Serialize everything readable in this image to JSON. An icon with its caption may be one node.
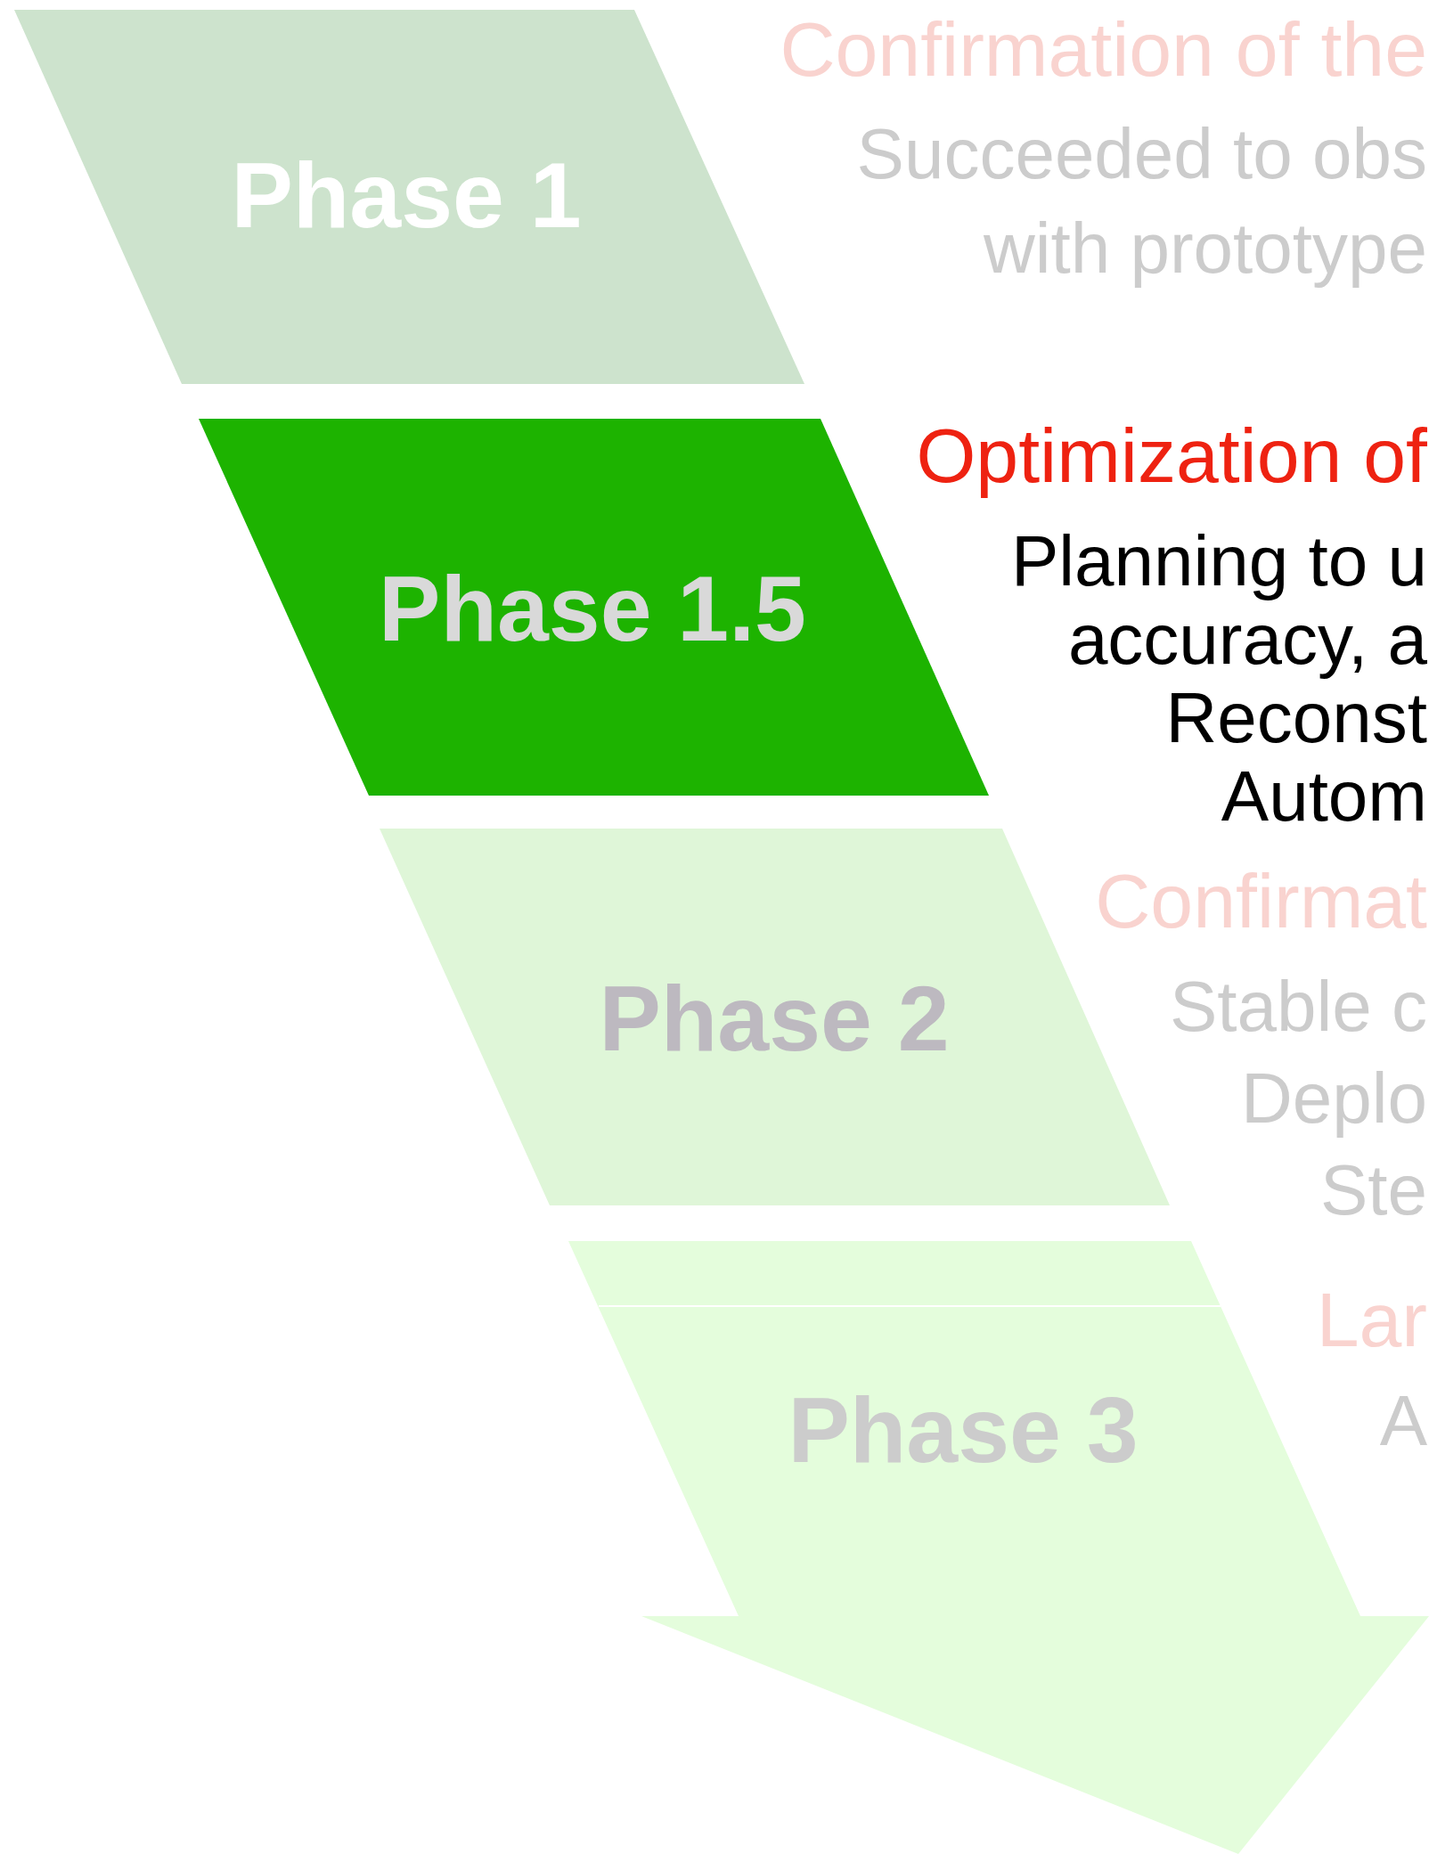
{
  "diagram": {
    "nodes": [
      {
        "text": [
          "Phase 1"
        ],
        "beside": [
          "Confirmation of the",
          "Succeeded to obs with prototype"
        ]
      },
      {
        "text": [
          "Phase 1.5"
        ],
        "beside": [
          "Optimization of",
          "Planning to u accuracy, a Reconst Autom"
        ]
      },
      {
        "text": [
          "Phase 2"
        ],
        "beside": [
          "Confirmat",
          "Stable c Deplo Ste"
        ]
      },
      {
        "text": [
          "Phase 3"
        ],
        "beside": [
          "Lar",
          "A"
        ]
      }
    ]
  }
}
